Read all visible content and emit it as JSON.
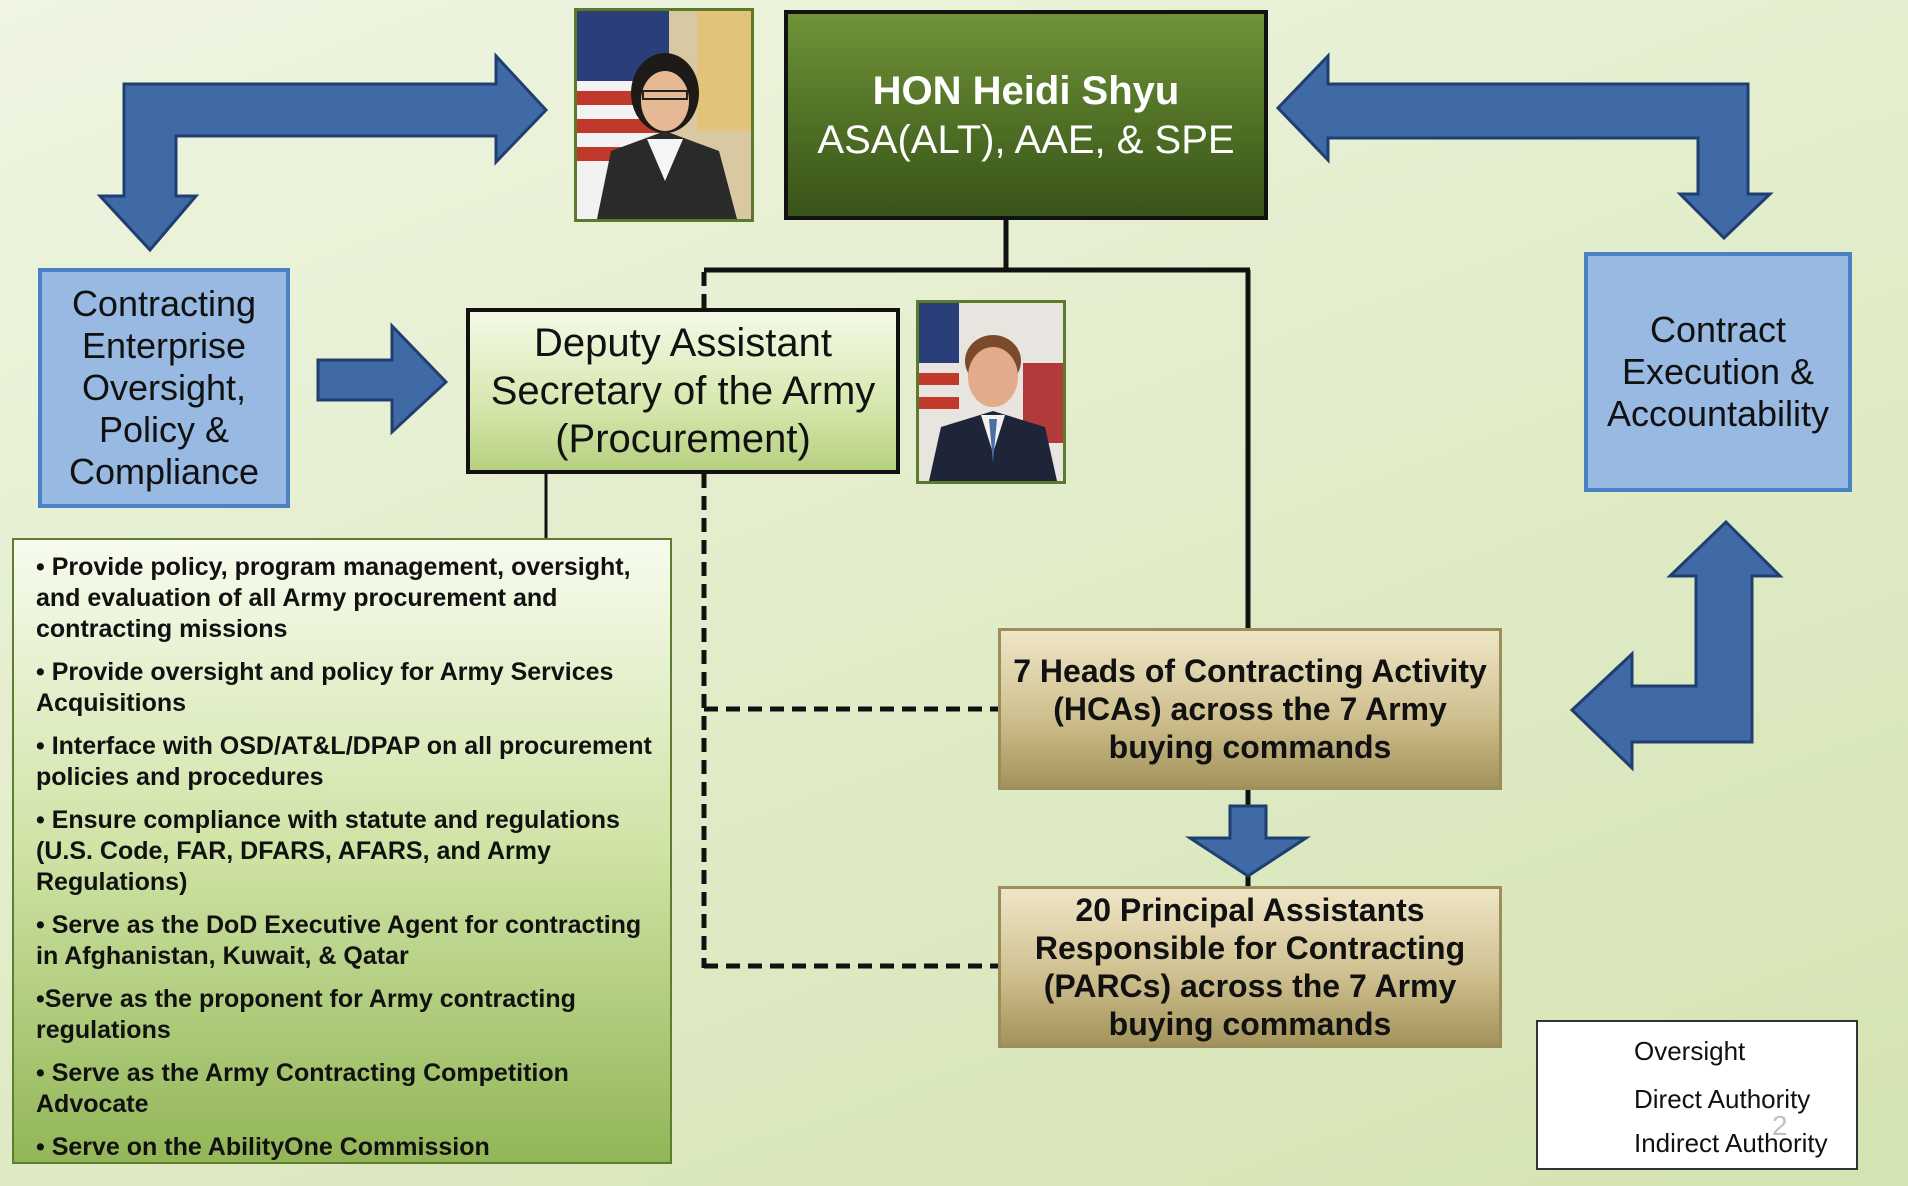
{
  "top": {
    "name": "HON Heidi Shyu",
    "title": "ASA(ALT), AAE, & SPE"
  },
  "dasa": {
    "text": "Deputy Assistant Secretary of the Army (Procurement)"
  },
  "left_box": {
    "text": "Contracting Enterprise Oversight, Policy & Compliance"
  },
  "right_box": {
    "text": "Contract Execution & Accountability"
  },
  "hca": {
    "text": "7 Heads of Contracting Activity (HCAs) across the 7 Army buying commands"
  },
  "parc": {
    "text": "20 Principal Assistants Responsible for Contracting (PARCs) across the 7 Army buying commands"
  },
  "duties": [
    "• Provide policy, program management, oversight, and evaluation of all Army procurement and contracting missions",
    "• Provide oversight and policy for Army Services Acquisitions",
    "• Interface with OSD/AT&L/DPAP on all procurement policies and procedures",
    "• Ensure compliance with statute and regulations (U.S. Code, FAR, DFARS, AFARS, and Army Regulations)",
    "• Serve as the DoD Executive Agent for contracting in Afghanistan, Kuwait, & Qatar",
    "•Serve as the proponent for Army contracting regulations",
    "• Serve as the Army Contracting Competition Advocate",
    "• Serve on the AbilityOne Commission"
  ],
  "legend": {
    "oversight": "Oversight",
    "direct": "Direct Authority",
    "indirect": "Indirect Authority"
  },
  "page_number": "2",
  "colors": {
    "arrow_fill": "#3f6aa6",
    "arrow_stroke": "#1f3f70",
    "box_blue": "#97b9e2",
    "dark_green": "#4f6f25"
  }
}
